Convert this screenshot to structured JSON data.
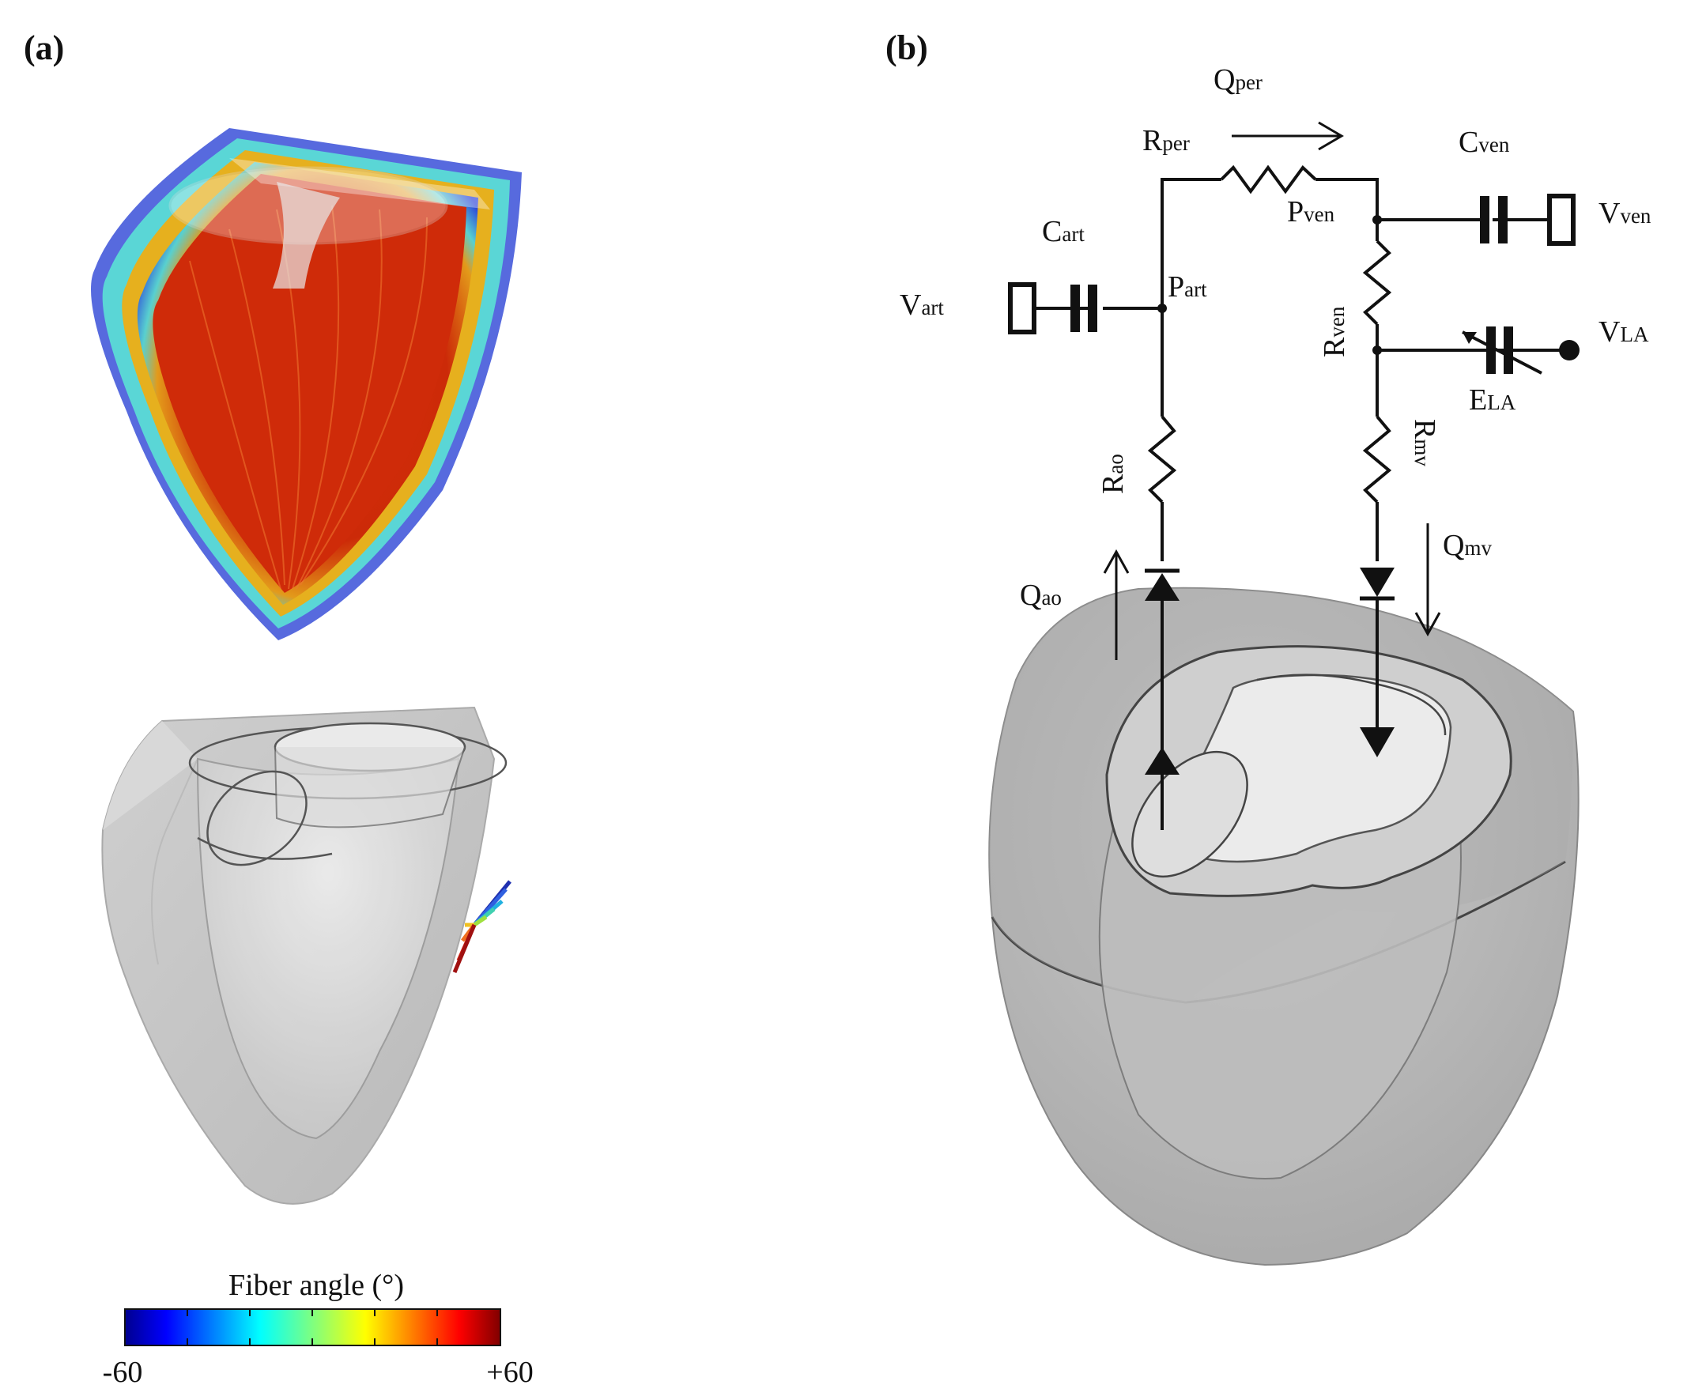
{
  "panels": {
    "a": {
      "label": "(a)",
      "colorbar": {
        "title": "Fiber angle (°)",
        "min_label": "-60",
        "max_label": "+60",
        "min": -60,
        "max": 60,
        "colormap": "jet"
      }
    },
    "b": {
      "label": "(b)",
      "circuit": {
        "Q_per": {
          "main": "Q",
          "sub": "per"
        },
        "R_per": {
          "main": "R",
          "sub": "per"
        },
        "C_ven": {
          "main": "C",
          "sub": "ven"
        },
        "P_ven": {
          "main": "P",
          "sub": "ven"
        },
        "V_ven": {
          "main": "V",
          "sub": "ven"
        },
        "C_art": {
          "main": "C",
          "sub": "art"
        },
        "V_art": {
          "main": "V",
          "sub": "art"
        },
        "P_art": {
          "main": "P",
          "sub": "art"
        },
        "R_ven": {
          "main": "R",
          "sub": "ven"
        },
        "V_LA": {
          "main": "V",
          "sub": "LA"
        },
        "E_LA": {
          "main": "E",
          "sub": "LA"
        },
        "R_ao": {
          "main": "R",
          "sub": "ao"
        },
        "R_mv": {
          "main": "R",
          "sub": "mv"
        },
        "Q_mv": {
          "main": "Q",
          "sub": "mv"
        },
        "Q_ao": {
          "main": "Q",
          "sub": "ao"
        }
      }
    }
  },
  "colors": {
    "wire": "#111111",
    "heart_shell": "#c4c4c4",
    "fiber_core": "#d42a0a"
  }
}
